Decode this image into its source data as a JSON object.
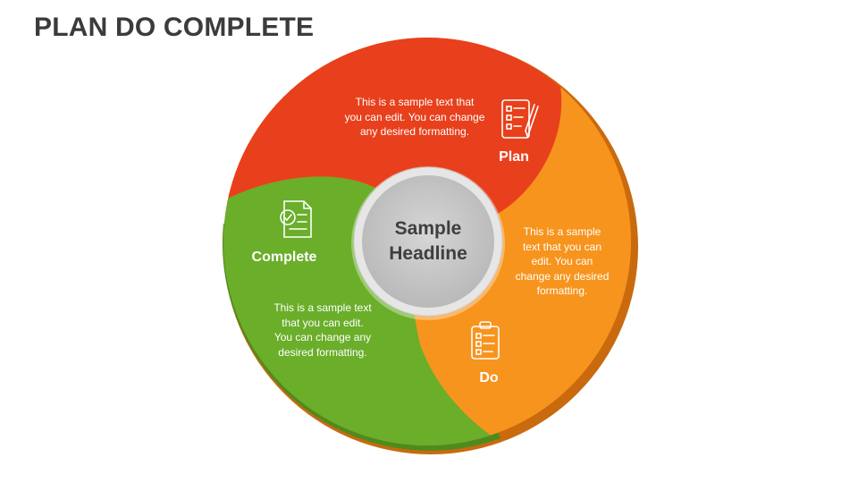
{
  "title": "PLAN DO COMPLETE",
  "center": {
    "line1": "Sample",
    "line2": "Headline"
  },
  "segments": [
    {
      "label": "Plan",
      "text": [
        "This is a sample text that",
        "you can edit. You can change",
        "any desired formatting."
      ],
      "color": "#E8401C",
      "icon": "checklist-pencil-icon"
    },
    {
      "label": "Do",
      "text": [
        "This is a sample",
        "text that you can",
        "edit. You can",
        "change any desired",
        "formatting."
      ],
      "color": "#F7941D",
      "icon": "clipboard-checklist-icon"
    },
    {
      "label": "Complete",
      "text": [
        "This is a sample text",
        "that you can edit.",
        "You can change any",
        "desired formatting."
      ],
      "color": "#6AAE2A",
      "icon": "document-check-icon"
    }
  ],
  "colors": {
    "plan_shadow": "#B8301A",
    "do_shadow": "#C96A0F",
    "complete_shadow": "#4E8B1E",
    "center_fill": "#C9C9C9",
    "center_ring": "#E6E6E6"
  }
}
